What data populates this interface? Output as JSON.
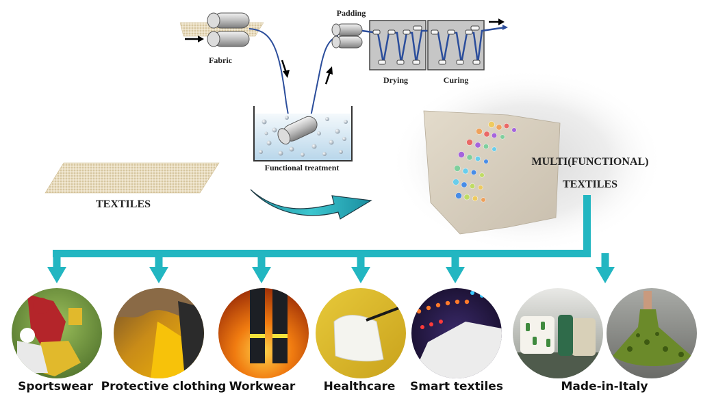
{
  "process": {
    "fabric_label": "Fabric",
    "padding_label": "Padding",
    "drying_label": "Drying",
    "curing_label": "Curing",
    "treatment_label": "Functional treatment"
  },
  "product": {
    "line1": "MULTI(FUNCTIONAL)",
    "line2": "TEXTILES"
  },
  "input": {
    "label": "TEXTILES"
  },
  "applications": [
    {
      "label": "Sportswear"
    },
    {
      "label": "Protective clothing"
    },
    {
      "label": "Workwear"
    },
    {
      "label": "Healthcare"
    },
    {
      "label": "Smart textiles"
    },
    {
      "label": "Made-in-Italy"
    }
  ],
  "colors": {
    "teal": "#22b6c1",
    "thread": "#2b4d9b",
    "fabric": "#e6d6b4",
    "unit_fill": "#c6c6c6"
  }
}
